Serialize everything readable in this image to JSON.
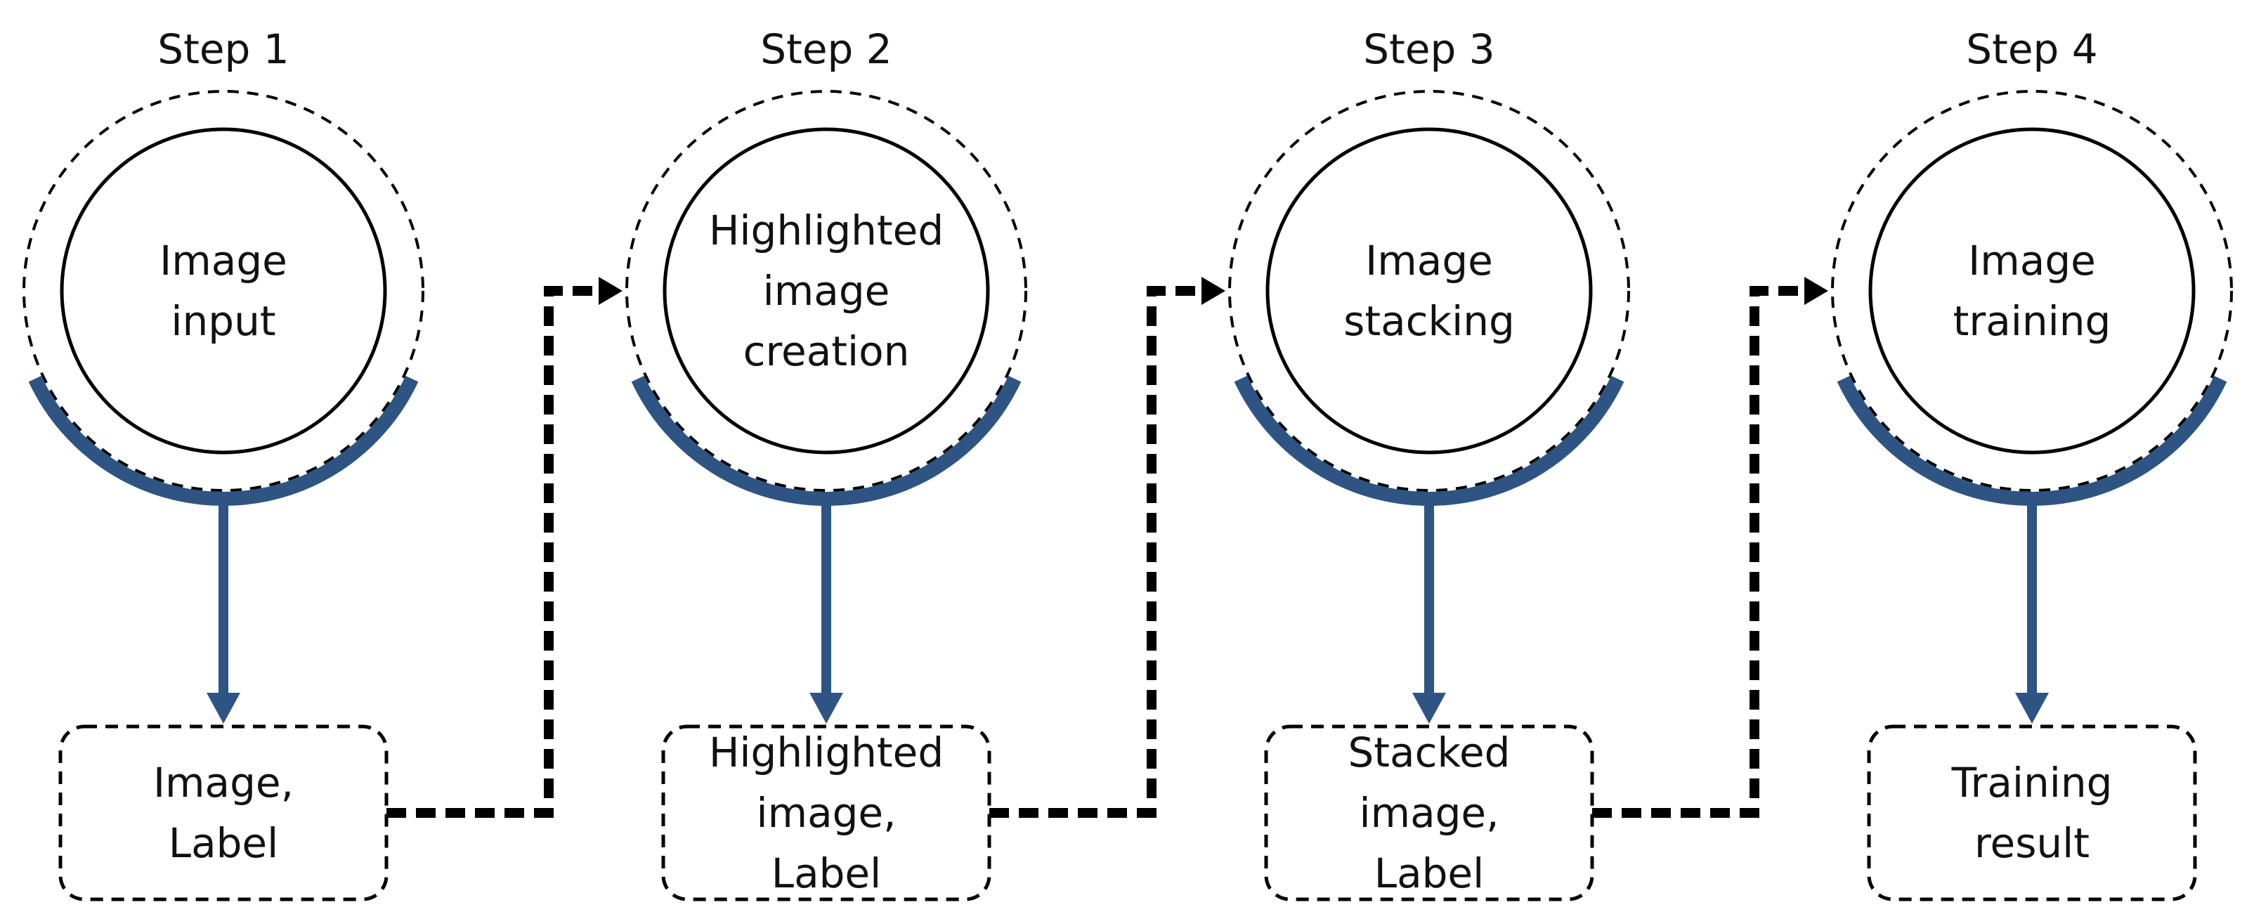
{
  "colors": {
    "accent": "#2e5483",
    "line": "#000000",
    "background": "#ffffff"
  },
  "steps": [
    {
      "title": "Step 1",
      "circle_lines": [
        "Image",
        "input"
      ],
      "box_lines": [
        "Image,",
        "Label"
      ]
    },
    {
      "title": "Step 2",
      "circle_lines": [
        "Highlighted",
        "image",
        "creation"
      ],
      "box_lines": [
        "Highlighted",
        "image,",
        "Label"
      ]
    },
    {
      "title": "Step 3",
      "circle_lines": [
        "Image",
        "stacking"
      ],
      "box_lines": [
        "Stacked",
        "image,",
        "Label"
      ]
    },
    {
      "title": "Step 4",
      "circle_lines": [
        "Image",
        "training"
      ],
      "box_lines": [
        "Training",
        "result"
      ]
    }
  ]
}
